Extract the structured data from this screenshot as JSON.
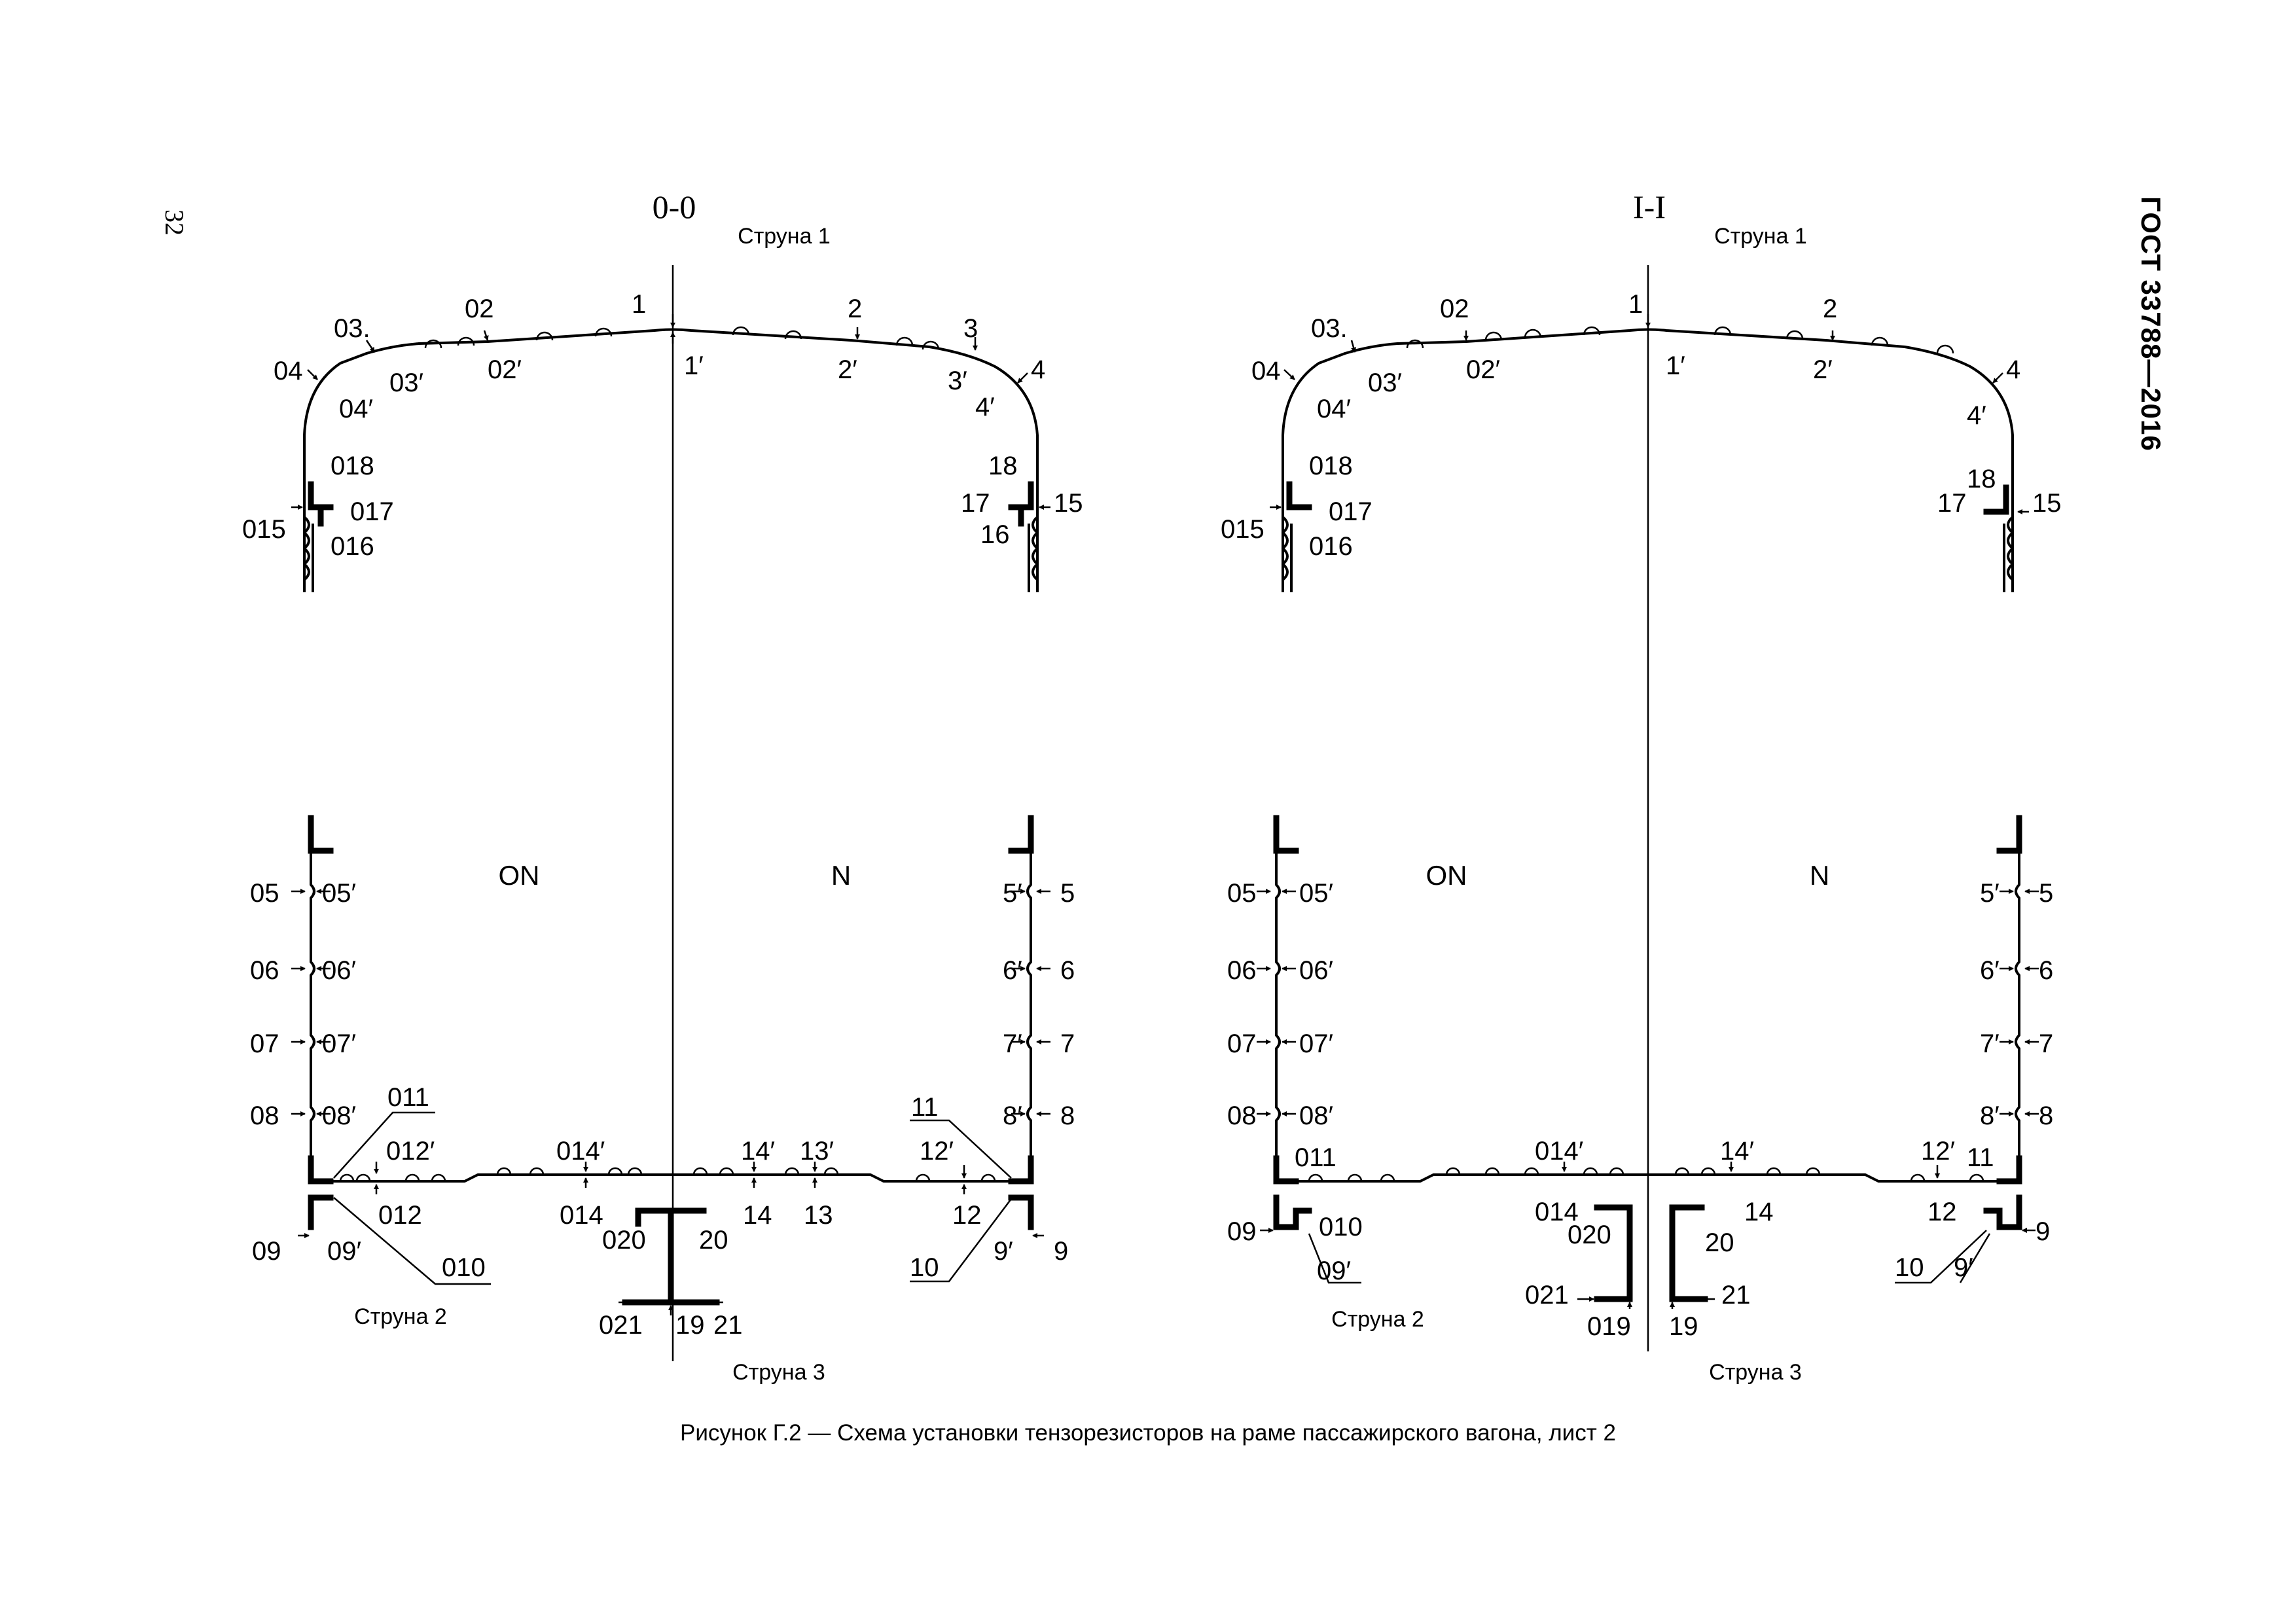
{
  "page": {
    "number": "32",
    "doc_code": "ГОСТ 33788—2016"
  },
  "caption": "Рисунок Г.2 — Схема установки тензорезисторов на раме пассажирского вагона, лист 2",
  "left": {
    "section": "0-0",
    "string1": "Струна 1",
    "string2": "Струна 2",
    "string3": "Струна 3",
    "zone_left": "ON",
    "zone_right": "N",
    "labels": {
      "r1": "1",
      "r1p": "1′",
      "r2": "2",
      "r2p": "2′",
      "r3": "3",
      "r3p": "3′",
      "r4": "4",
      "r4p": "4′",
      "l02": "02",
      "l02p": "02′",
      "l03": "03.",
      "l03p": "03′",
      "l04": "04",
      "l04p": "04′",
      "l015": "015",
      "l016": "016",
      "l017": "017",
      "l018": "018",
      "r15": "15",
      "r16": "16",
      "r17": "17",
      "r18": "18",
      "l05": "05",
      "l05p": "05′",
      "l06": "06",
      "l06p": "06′",
      "l07": "07",
      "l07p": "07′",
      "l08": "08",
      "l08p": "08′",
      "r5": "5",
      "r5p": "5′",
      "r6": "6",
      "r6p": "6′",
      "r7": "7",
      "r7p": "7′",
      "r8": "8",
      "r8p": "8′",
      "l09": "09",
      "l09p": "09′",
      "l010": "010",
      "l011": "011",
      "l012": "012",
      "l012p": "012′",
      "l014": "014",
      "l014p": "014′",
      "l020": "020",
      "l021": "021",
      "r9": "9",
      "r9p": "9′",
      "r10": "10",
      "r11": "11",
      "r12": "12",
      "r12p": "12′",
      "r13": "13",
      "r13p": "13′",
      "r14": "14",
      "r14p": "14′",
      "r19": "19",
      "r20": "20",
      "r21": "21"
    }
  },
  "right": {
    "section": "I-I",
    "string1": "Струна 1",
    "string2": "Струна 2",
    "string3": "Струна 3",
    "zone_left": "ON",
    "zone_right": "N",
    "labels": {
      "r1": "1",
      "r1p": "1′",
      "r2": "2",
      "r2p": "2′",
      "r4": "4",
      "r4p": "4′",
      "l02": "02",
      "l02p": "02′",
      "l03": "03.",
      "l03p": "03′",
      "l04": "04",
      "l04p": "04′",
      "l015": "015",
      "l016": "016",
      "l017": "017",
      "l018": "018",
      "r15": "15",
      "r17": "17",
      "r18": "18",
      "l05": "05",
      "l05p": "05′",
      "l06": "06",
      "l06p": "06′",
      "l07": "07",
      "l07p": "07′",
      "l08": "08",
      "l08p": "08′",
      "r5": "5",
      "r5p": "5′",
      "r6": "6",
      "r6p": "6′",
      "r7": "7",
      "r7p": "7′",
      "r8": "8",
      "r8p": "8′",
      "l09": "09",
      "l09p": "09′",
      "l010": "010",
      "l011": "011",
      "l014": "014",
      "l014p": "014′",
      "l019": "019",
      "l020": "020",
      "l021": "021",
      "r9": "9",
      "r9p": "9′",
      "r10": "10",
      "r11": "11",
      "r12": "12",
      "r12p": "12′",
      "r14": "14",
      "r14p": "14′",
      "r19": "19",
      "r20": "20",
      "r21": "21"
    }
  }
}
